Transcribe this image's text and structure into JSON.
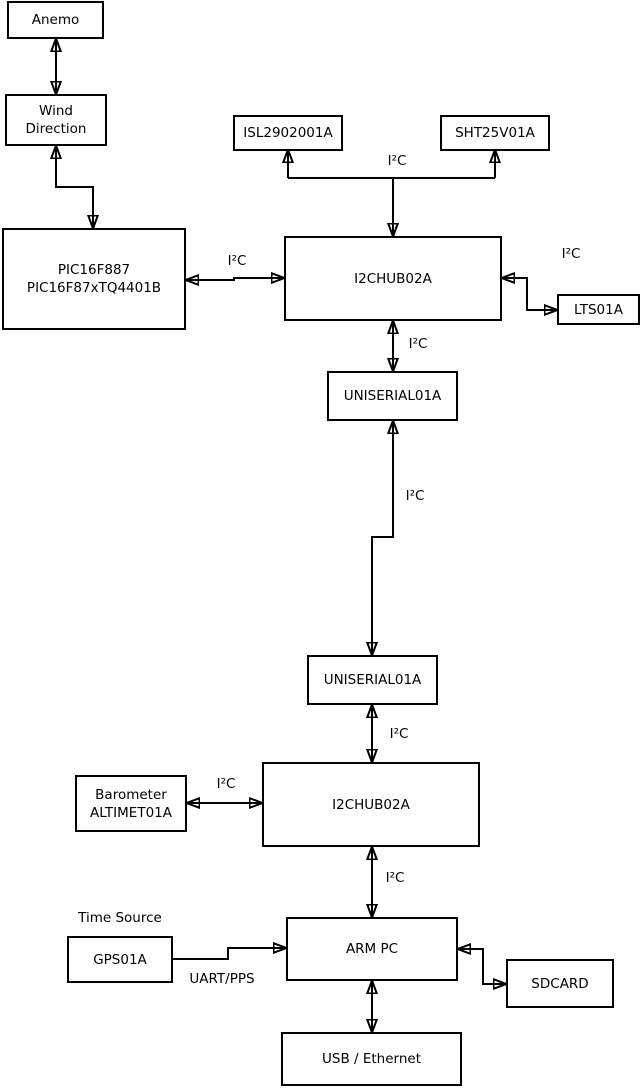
{
  "colors": {
    "background": "#ffffff",
    "line": "#000000",
    "text": "#000000"
  },
  "nodes": {
    "anemo": {
      "label": "Anemo"
    },
    "wind_direction": {
      "lines": [
        "Wind",
        "Direction"
      ]
    },
    "pic": {
      "lines": [
        "PIC16F887",
        "PIC16F87xTQ4401B"
      ]
    },
    "isl": {
      "label": "ISL2902001A"
    },
    "sht": {
      "label": "SHT25V01A"
    },
    "i2chub1": {
      "label": "I2CHUB02A"
    },
    "lts": {
      "label": "LTS01A"
    },
    "uniserial1": {
      "label": "UNISERIAL01A"
    },
    "uniserial2": {
      "label": "UNISERIAL01A"
    },
    "i2chub2": {
      "label": "I2CHUB02A"
    },
    "barometer": {
      "lines": [
        "Barometer",
        "ALTIMET01A"
      ]
    },
    "gps": {
      "label": "GPS01A"
    },
    "arm_pc": {
      "label": "ARM PC"
    },
    "sdcard": {
      "label": "SDCARD"
    },
    "usb_ethernet": {
      "label": "USB / Ethernet"
    }
  },
  "labels": {
    "i2c_isl_sht": "I²C",
    "i2c_pic_hub1": "I²C",
    "i2c_hub1_lts": "I²C",
    "i2c_hub1_uniserial1": "I²C",
    "i2c_uniserial1_uniserial2": "I²C",
    "i2c_uniserial2_hub2": "I²C",
    "i2c_barometer_hub2": "I²C",
    "i2c_hub2_armpc": "I²C",
    "time_source": "Time Source",
    "uart_pps": "UART/PPS"
  }
}
